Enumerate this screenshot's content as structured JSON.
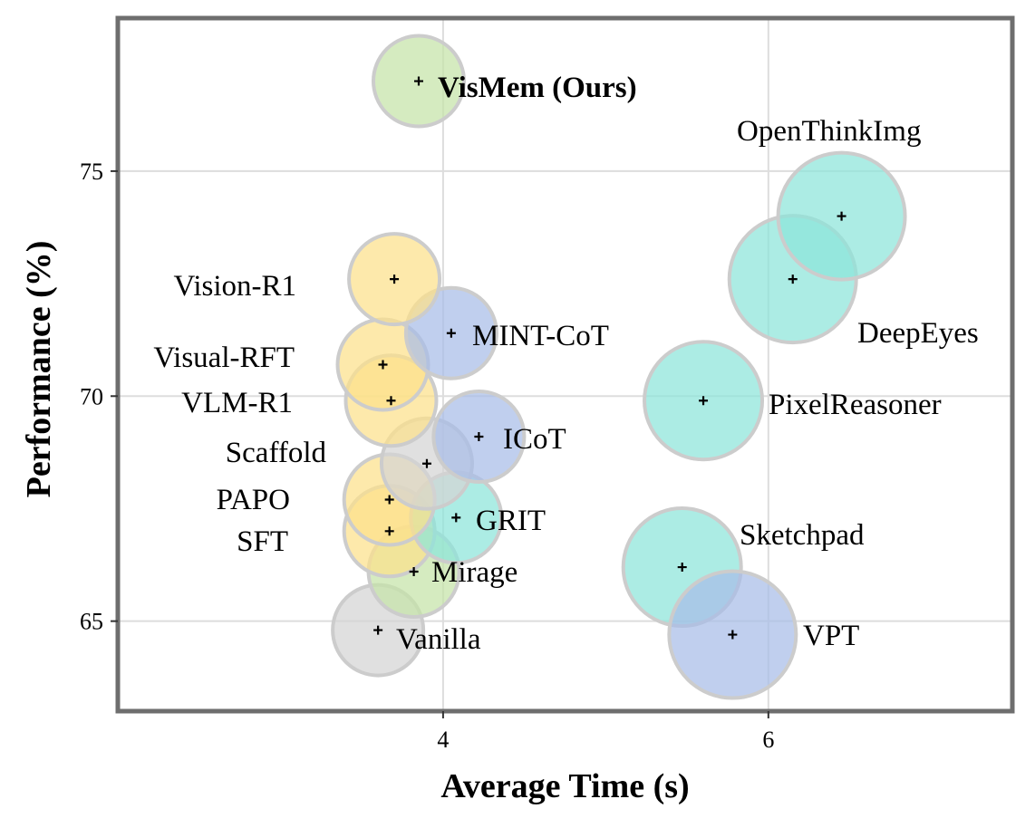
{
  "chart_data": {
    "type": "scatter",
    "xlabel": "Average Time (s)",
    "ylabel": "Performance (%)",
    "xlim": [
      2.0,
      7.5
    ],
    "ylim": [
      63.0,
      78.4
    ],
    "xticks": [
      4,
      6
    ],
    "yticks": [
      65,
      70,
      75
    ],
    "xtick_labels": [
      "4",
      "6"
    ],
    "ytick_labels": [
      "65",
      "70",
      "75"
    ],
    "grid": true,
    "colors": {
      "yellow": "#fce08a",
      "blue": "#a7bde8",
      "teal": "#8ce4d9",
      "green": "#c5e3a8",
      "gray": "#d4d4d4",
      "halo": "#cccccc"
    },
    "points": [
      {
        "name": "Vanilla",
        "x": 3.6,
        "y": 64.8,
        "size": "small",
        "color": "gray"
      },
      {
        "name": "Mirage",
        "x": 3.82,
        "y": 66.1,
        "size": "small",
        "color": "green"
      },
      {
        "name": "SFT",
        "x": 3.67,
        "y": 67.0,
        "size": "small",
        "color": "yellow"
      },
      {
        "name": "GRIT",
        "x": 4.08,
        "y": 67.3,
        "size": "small",
        "color": "teal"
      },
      {
        "name": "PAPO",
        "x": 3.67,
        "y": 67.7,
        "size": "small",
        "color": "yellow"
      },
      {
        "name": "Scaffold",
        "x": 3.9,
        "y": 68.5,
        "size": "small",
        "color": "gray"
      },
      {
        "name": "ICoT",
        "x": 4.22,
        "y": 69.1,
        "size": "small",
        "color": "blue"
      },
      {
        "name": "VLM-R1",
        "x": 3.68,
        "y": 69.9,
        "size": "small",
        "color": "yellow"
      },
      {
        "name": "Visual-RFT",
        "x": 3.63,
        "y": 70.7,
        "size": "small",
        "color": "yellow"
      },
      {
        "name": "MINT-CoT",
        "x": 4.05,
        "y": 71.4,
        "size": "small",
        "color": "blue"
      },
      {
        "name": "Vision-R1",
        "x": 3.7,
        "y": 72.6,
        "size": "small",
        "color": "yellow"
      },
      {
        "name": "VisMem (Ours)",
        "x": 3.85,
        "y": 77.0,
        "size": "small",
        "color": "green",
        "bold": true
      },
      {
        "name": "PixelReasoner",
        "x": 5.6,
        "y": 69.9,
        "size": "medium",
        "color": "teal"
      },
      {
        "name": "Sketchpad",
        "x": 5.47,
        "y": 66.2,
        "size": "medium",
        "color": "teal"
      },
      {
        "name": "VPT",
        "x": 5.78,
        "y": 64.7,
        "size": "large",
        "color": "blue"
      },
      {
        "name": "DeepEyes",
        "x": 6.15,
        "y": 72.6,
        "size": "large",
        "color": "teal"
      },
      {
        "name": "OpenThinkImg",
        "x": 6.45,
        "y": 74.0,
        "size": "large",
        "color": "teal"
      }
    ]
  }
}
